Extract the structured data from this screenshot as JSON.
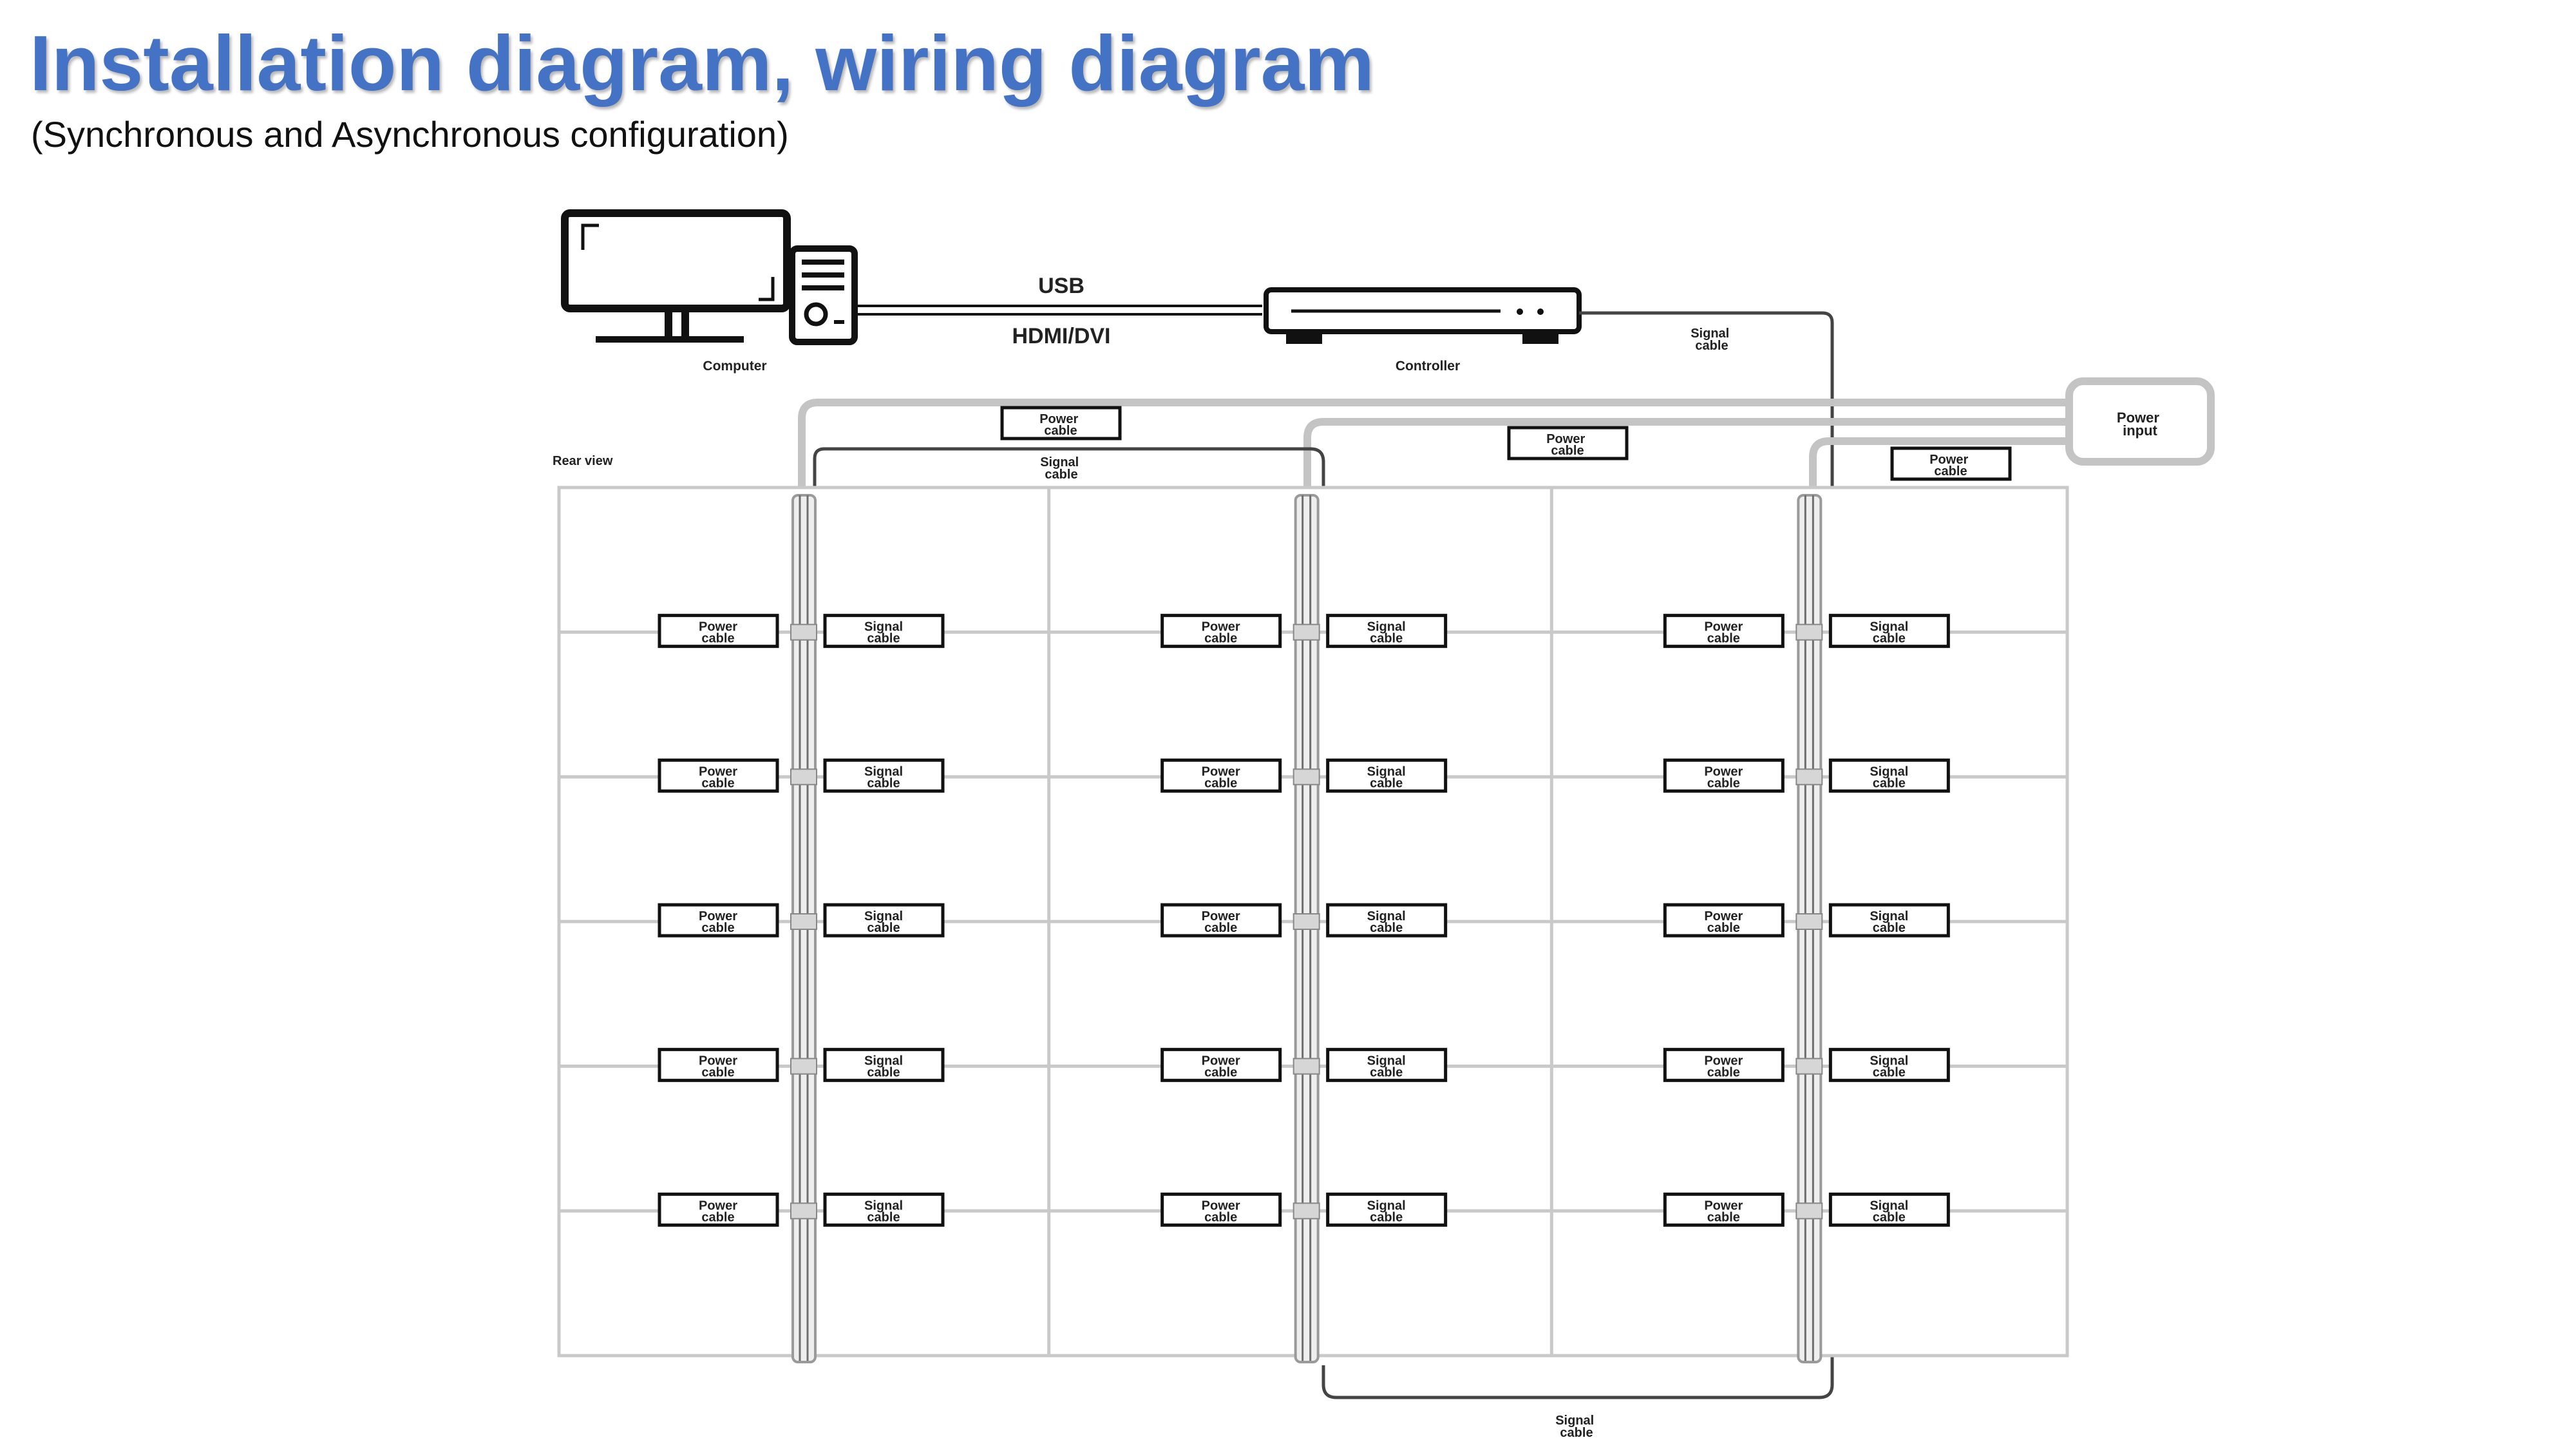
{
  "title": "Installation diagram, wiring diagram",
  "subtitle": "(Synchronous and Asynchronous configuration)",
  "diagram": {
    "computer_label": "Computer",
    "controller_label": "Controller",
    "usb_label": "USB",
    "hdmi_label": "HDMI/DVI",
    "rear_view_label": "Rear view",
    "power_input_label": [
      "Power",
      "input"
    ],
    "power_cable_label": [
      "Power",
      "cable"
    ],
    "signal_cable_label": [
      "Signal",
      "cable"
    ],
    "grid": {
      "columns": 3,
      "rows_per_column": 6,
      "connection_rows": 5
    },
    "colors": {
      "line": "#111111",
      "cable_gray": "#c4c4c4",
      "panel_border": "#c9c9c9",
      "title": "#4472c4"
    }
  }
}
